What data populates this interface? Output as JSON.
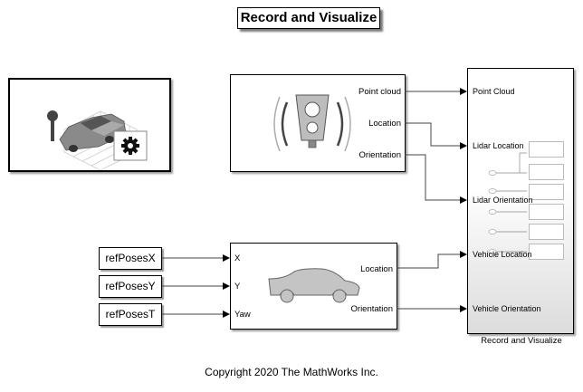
{
  "title": "Record and Visualize",
  "copyright": "Copyright 2020 The MathWorks Inc.",
  "blocks": {
    "scenario": {
      "name": "scenario-config-block",
      "icon": "parking-lot-car-gear-icon"
    },
    "lidar": {
      "icon": "lidar-sensor-icon",
      "outputs": [
        "Point cloud",
        "Location",
        "Orientation"
      ]
    },
    "vehicle": {
      "icon": "car-icon",
      "inputs": [
        "X",
        "Y",
        "Yaw"
      ],
      "outputs": [
        "Location",
        "Orientation"
      ]
    },
    "constants": [
      "refPosesX",
      "refPosesY",
      "refPosesT"
    ],
    "record_visualize": {
      "caption": "Record and Visualize",
      "inputs": [
        "Point Cloud",
        "Lidar Location",
        "Lidar Orientation",
        "Vehicle Location",
        "Vehicle Orientation"
      ]
    }
  }
}
